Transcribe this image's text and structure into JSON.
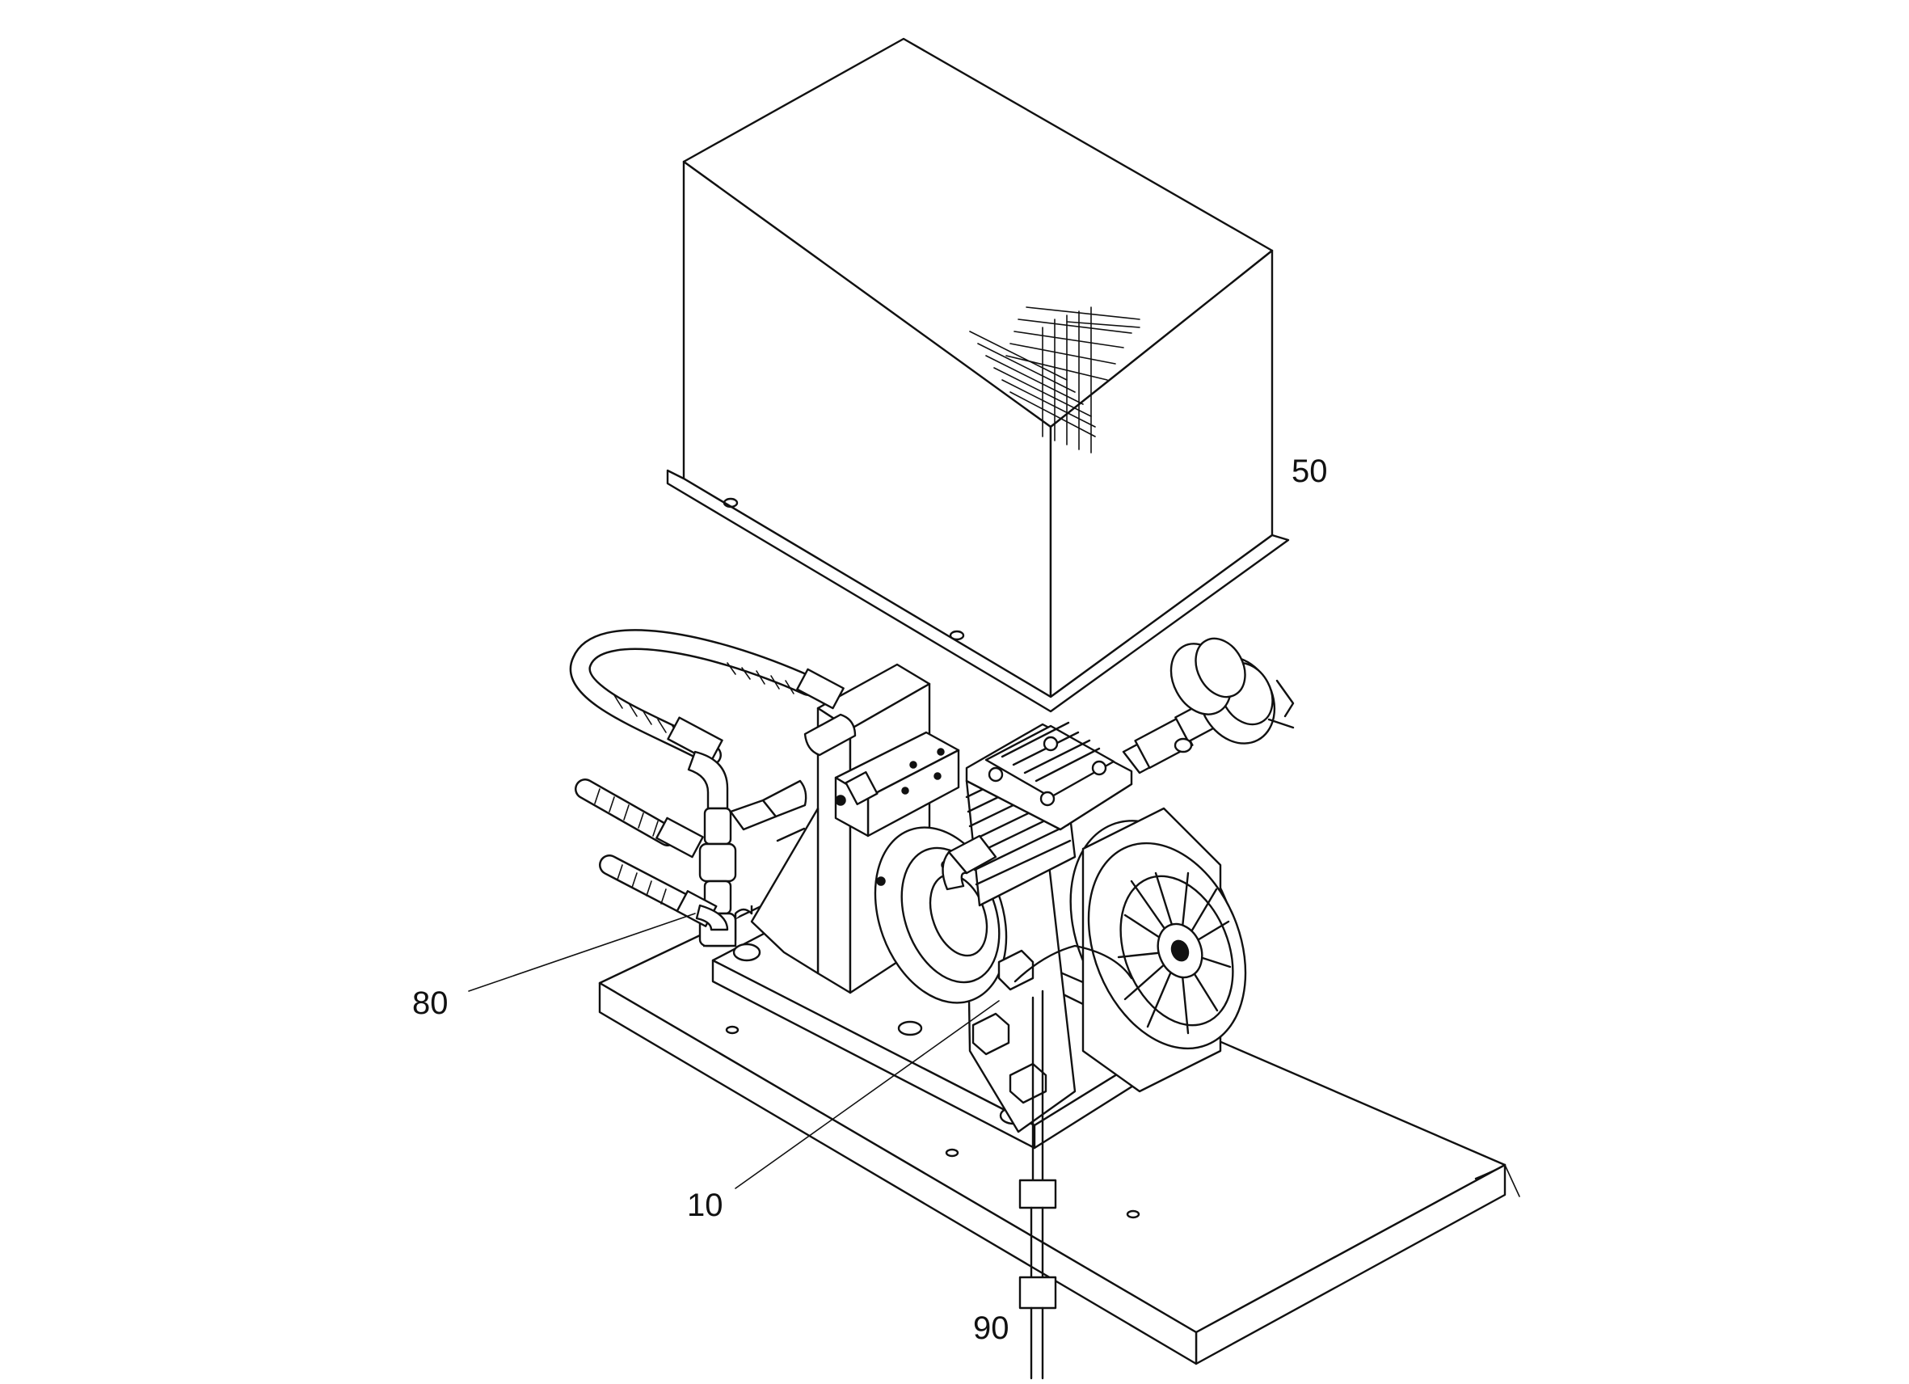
{
  "callouts": [
    {
      "label": "50"
    },
    {
      "label": "80"
    },
    {
      "label": "10"
    },
    {
      "label": "90"
    }
  ],
  "colors": {
    "ink": "#111111",
    "background": "#ffffff"
  }
}
